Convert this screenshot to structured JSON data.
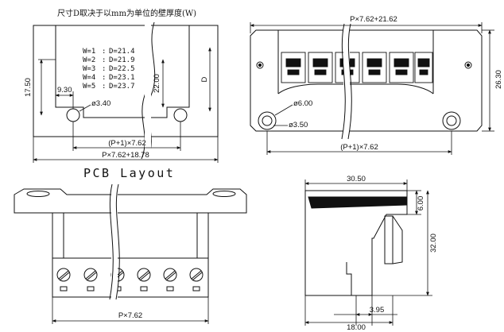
{
  "header_note": "尺寸D取决于以mm为单位的壁厚度(W)",
  "pcb": {
    "wall_table": [
      {
        "w": "W=1",
        "d": "D=21.4"
      },
      {
        "w": "W=2",
        "d": "D=21.9"
      },
      {
        "w": "W=3",
        "d": "D=22.5"
      },
      {
        "w": "W=4",
        "d": "D=23.1"
      },
      {
        "w": "W=5",
        "d": "D=23.7"
      }
    ],
    "sep": ":",
    "dim_17_50": "17.50",
    "dim_9_30": "9.30",
    "dim_hole": "ø3.40",
    "dim_22_00": "22.00",
    "dim_d": "D",
    "dim_pitch": "(P+1)×7.62",
    "dim_total": "P×7.62+18.78",
    "label": "PCB Layout"
  },
  "front": {
    "dim_top": "P×7.62+21.62",
    "dim_height": "26.30",
    "dim_hole1": "ø6.00",
    "dim_hole2": "ø3.50",
    "dim_pitch": "(P+1)×7.62"
  },
  "plug": {
    "dim_width": "P×7.62"
  },
  "side": {
    "dim_30_50": "30.50",
    "dim_6_00": "6.00",
    "dim_32_00": "32.00",
    "dim_3_95": "3.95",
    "dim_18_00": "18.00"
  }
}
